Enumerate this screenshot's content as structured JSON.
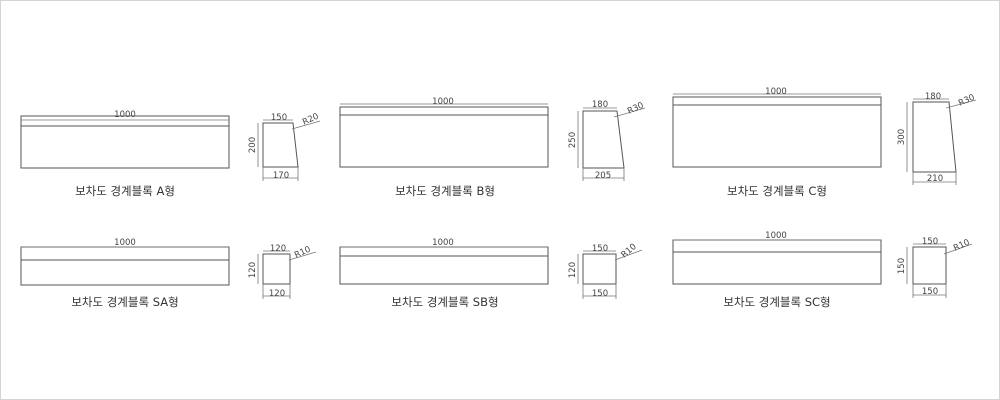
{
  "blocks": [
    {
      "caption": "보차도 경계블록 A형",
      "length": "1000",
      "top": "150",
      "bottom": "170",
      "height": "200",
      "radius": "R20"
    },
    {
      "caption": "보차도 경계블록 B형",
      "length": "1000",
      "top": "180",
      "bottom": "205",
      "height": "250",
      "radius": "R30"
    },
    {
      "caption": "보차도 경계블록 C형",
      "length": "1000",
      "top": "180",
      "bottom": "210",
      "height": "300",
      "radius": "R30"
    },
    {
      "caption": "보차도 경계블록 SA형",
      "length": "1000",
      "top": "120",
      "bottom": "120",
      "height": "120",
      "radius": "R10"
    },
    {
      "caption": "보차도 경계블록 SB형",
      "length": "1000",
      "top": "150",
      "bottom": "150",
      "height": "120",
      "radius": "R10"
    },
    {
      "caption": "보차도 경계블록 SC형",
      "length": "1000",
      "top": "150",
      "bottom": "150",
      "height": "150",
      "radius": "R10"
    }
  ]
}
